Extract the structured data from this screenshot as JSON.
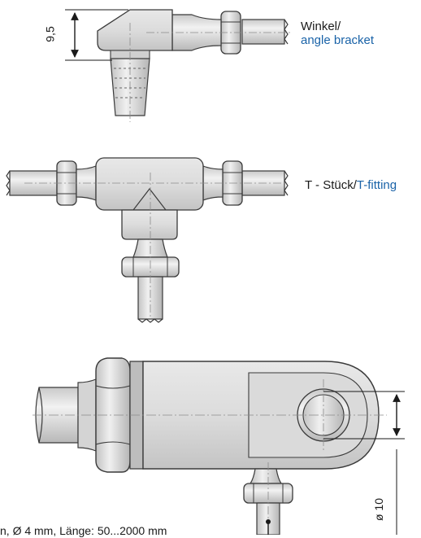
{
  "top": {
    "label_de": "Winkel/",
    "label_en": "angle bracket",
    "dimension": "9,5"
  },
  "middle": {
    "label_de": "T - Stück/",
    "label_en": "T-fitting"
  },
  "bottom": {
    "dimension": "ø 10",
    "caption": "n, Ø 4 mm, Länge: 50...2000 mm"
  },
  "colors": {
    "body_fill": "#d9d9d9",
    "body_light": "#ececec",
    "outline": "#3a3a3a",
    "centerline": "#8a8a8a",
    "label_blue": "#1a63a8"
  }
}
